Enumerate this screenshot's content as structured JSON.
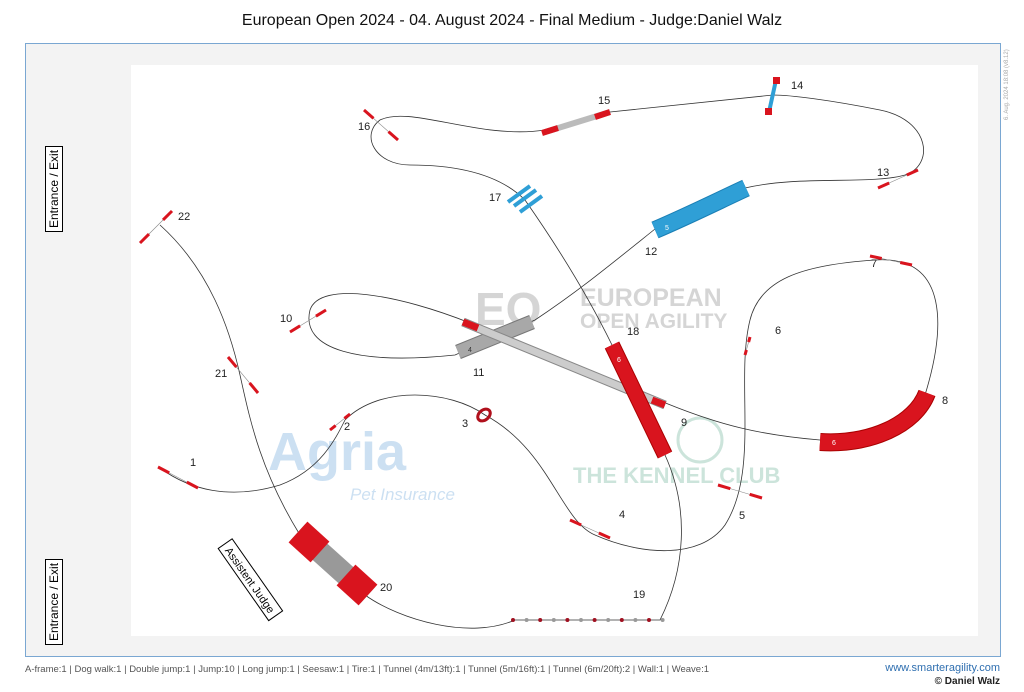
{
  "title": "European Open 2024 - 04. August 2024 - Final Medium - Judge:Daniel Walz",
  "timestamp": "6. Aug. 2024 18:08 (v8.12)",
  "entrance_top": "Entrance / Exit",
  "entrance_bottom": "Entrance / Exit",
  "assistant_judge": "Assistent Judge",
  "legend": "A-frame:1 | Dog walk:1 | Double jump:1 | Jump:10 | Long jump:1 | Seesaw:1 | Tire:1 | Tunnel (4m/13ft):1 | Tunnel (5m/16ft):1 | Tunnel (6m/20ft):2 | Wall:1 | Weave:1",
  "website": "www.smarteragility.com",
  "copyright": "© Daniel Walz",
  "course": {
    "numbers": [
      "1",
      "2",
      "3",
      "4",
      "5",
      "6",
      "7",
      "8",
      "9",
      "10",
      "11",
      "12",
      "13",
      "14",
      "15",
      "16",
      "17",
      "18",
      "19",
      "20",
      "21",
      "22"
    ],
    "tunnel_labels": {
      "t11": "4",
      "t18": "6",
      "t8": "6",
      "t12": "5"
    }
  },
  "watermarks": {
    "eoa_mark": "EO",
    "eoa1": "EUROPEAN",
    "eoa2": "OPEN AGILITY",
    "agria": "Agria",
    "agria_sub": "Pet Insurance",
    "kc": "THE KENNEL CLUB"
  },
  "colors": {
    "obstacle_red": "#d9141e",
    "tunnel_blue": "#2f9fd6",
    "tunnel_gray": "#9a9a9a",
    "frame": "#7aa7d2"
  }
}
